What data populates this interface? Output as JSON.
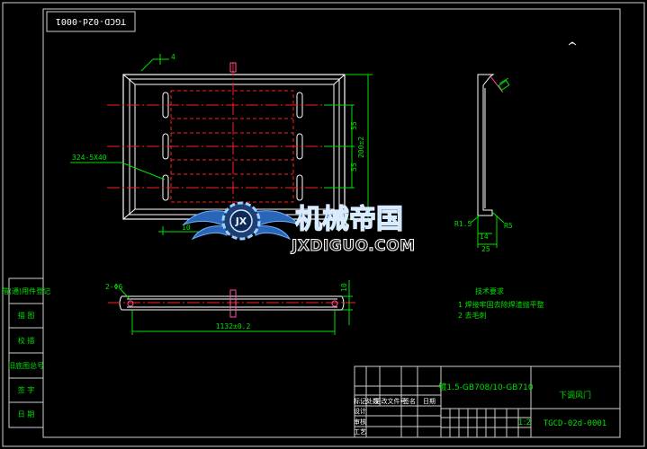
{
  "drawing_number_stamp": "TGCD-02d-0001",
  "watermark": {
    "brand_cn": "机械帝国",
    "brand_en": "JXDIGUO.COM"
  },
  "dimensions": {
    "slot_callout": "324-5X40",
    "top_callout": "4",
    "pitch_1": "55",
    "pitch_2": "55",
    "height_total": "200±2",
    "bottom_width": "10",
    "side_radius_1": "R1.5",
    "side_radius_2": "R5",
    "side_dim_14": "14",
    "side_dim_25": "25",
    "hole_callout": "2-Φ6",
    "length_total": "1132±0.2",
    "thickness": "10"
  },
  "tech_requirements": {
    "title": "技术要求",
    "items": [
      "1  焊接牢固去除焊渣抛平整",
      "2  去毛刺"
    ]
  },
  "left_sidebar": [
    "借(通)用件登记",
    "描  图",
    "校  描",
    "旧底图总号",
    "签  字",
    "日  期"
  ],
  "title_block": {
    "material": "镀1.5-GB708/10-GB710",
    "part_name": "下调风门",
    "drawing_number": "TGCD-02d-0001",
    "scale": "1:2",
    "header_labels": [
      "标记",
      "处数",
      "更改文件号",
      "签名",
      "日期"
    ],
    "row_labels": [
      "设计",
      "审核",
      "工艺"
    ]
  }
}
